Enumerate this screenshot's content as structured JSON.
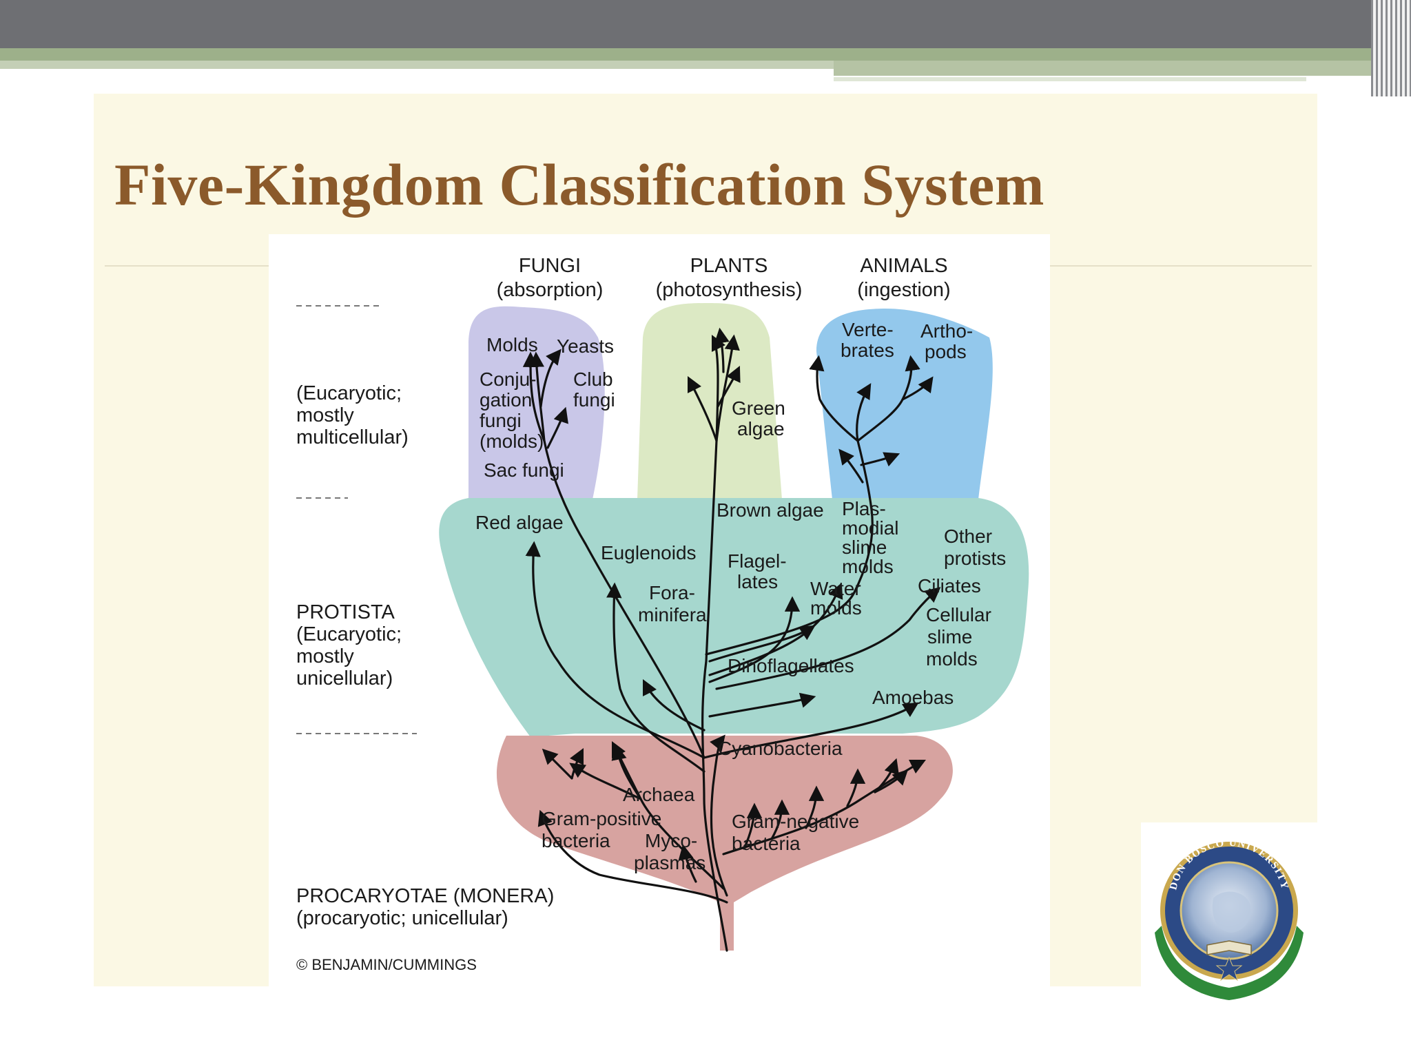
{
  "slide": {
    "title": "Five-Kingdom Classification System"
  },
  "diagram": {
    "kingdoms": [
      {
        "name": "FUNGI",
        "mode": "(absorption)"
      },
      {
        "name": "PLANTS",
        "mode": "(photosynthesis)"
      },
      {
        "name": "ANIMALS",
        "mode": "(ingestion)"
      }
    ],
    "side_labels": {
      "eucaryotic_multicellular": [
        "(Eucaryotic;",
        "mostly",
        "multicellular)"
      ],
      "protista": [
        "PROTISTA",
        "(Eucaryotic;",
        "mostly",
        "unicellular)"
      ],
      "procaryotae": [
        "PROCARYOTAE (MONERA)",
        "(procaryotic; unicellular)"
      ]
    },
    "fungi_labels": {
      "molds": "Molds",
      "yeasts": "Yeasts",
      "conjugation": [
        "Conju-",
        "gation",
        "fungi",
        "(molds)"
      ],
      "club": [
        "Club",
        "fungi"
      ],
      "sac": "Sac fungi"
    },
    "plants_labels": {
      "green_algae": [
        "Green",
        "algae"
      ]
    },
    "animals_labels": {
      "vertebrates": [
        "Verte-",
        "brates"
      ],
      "arthropods": [
        "Artho-",
        "pods"
      ]
    },
    "protista_labels": {
      "red_algae": "Red algae",
      "euglenoids": "Euglenoids",
      "brown_algae": "Brown algae",
      "plasmodial": [
        "Plas-",
        "modial",
        "slime",
        "molds"
      ],
      "other_protists": [
        "Other",
        "protists"
      ],
      "flagellates": [
        "Flagel-",
        "lates"
      ],
      "foraminifera": [
        "Fora-",
        "minifera"
      ],
      "water_molds": [
        "Water",
        "molds"
      ],
      "ciliates": "Ciliates",
      "cellular_slime": [
        "Cellular",
        "slime",
        "molds"
      ],
      "dinoflagellates": "Dinoflagellates",
      "amoebas": "Amoebas"
    },
    "monera_labels": {
      "cyanobacteria": "Cyanobacteria",
      "archaea": "Archaea",
      "gram_positive": [
        "Gram-positive",
        "bacteria"
      ],
      "mycoplasmas": [
        "Myco-",
        "plasmas"
      ],
      "gram_negative": [
        "Gram-negative",
        "bacteria"
      ]
    },
    "copyright": "© BENJAMIN/CUMMINGS",
    "colors": {
      "fungi": "#c9c7e8",
      "plants": "#dce9c4",
      "animals": "#93c8ec",
      "protista": "#a6d7ce",
      "monera": "#d7a3a0"
    }
  },
  "logo": {
    "name": "DON BOSCO UNIVERSITY"
  },
  "theme": {
    "title_color": "#8b5a2b",
    "slide_background": "#fbf8e4",
    "top_bar": "#6e6f73",
    "accent_green": "#9db08a"
  }
}
